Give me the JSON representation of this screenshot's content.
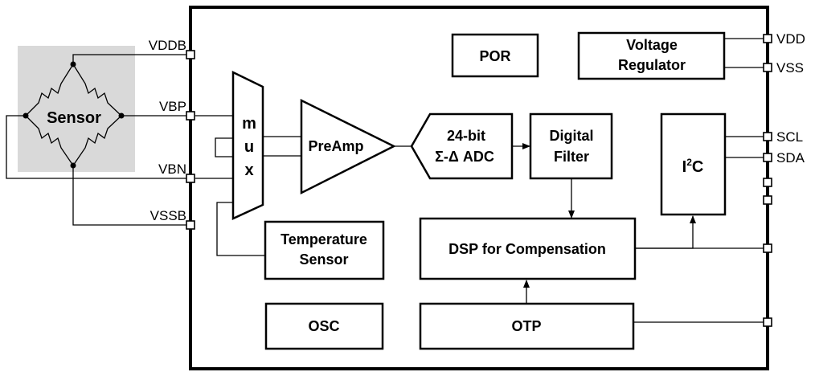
{
  "pins_left": {
    "vddb": "VDDB",
    "vbp": "VBP",
    "vbn": "VBN",
    "vssb": "VSSB"
  },
  "pins_right": {
    "vdd": "VDD",
    "vss": "VSS",
    "scl": "SCL",
    "sda": "SDA"
  },
  "blocks": {
    "sensor": "Sensor",
    "por": "POR",
    "voltage_regulator_line1": "Voltage",
    "voltage_regulator_line2": "Regulator",
    "mux_m": "m",
    "mux_u": "u",
    "mux_x": "x",
    "preamp": "PreAmp",
    "adc_line1": "24-bit",
    "adc_line2": "Σ-Δ ADC",
    "digital_filter_line1": "Digital",
    "digital_filter_line2": "Filter",
    "i2c_main": "I",
    "i2c_sup": "2",
    "i2c_tail": "C",
    "temperature_sensor_line1": "Temperature",
    "temperature_sensor_line2": "Sensor",
    "dsp": "DSP for Compensation",
    "osc": "OSC",
    "otp": "OTP"
  },
  "colors": {
    "sensor_background": "#d9d9d9",
    "lines": "#000000"
  }
}
